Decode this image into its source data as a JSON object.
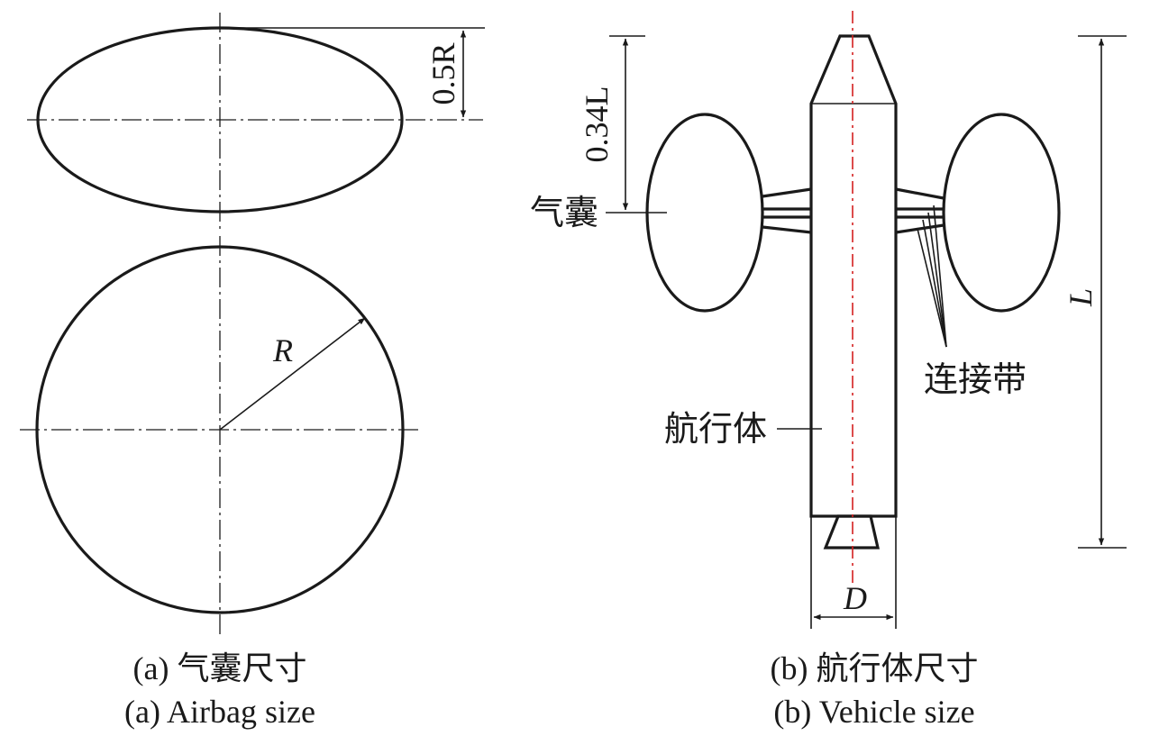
{
  "panel_a": {
    "dim_half_height": "0.5R",
    "dim_radius": "R",
    "caption_cn": "(a) 气囊尺寸",
    "caption_en": "(a) Airbag size"
  },
  "panel_b": {
    "dim_airbag_position": "0.34L",
    "dim_length": "L",
    "dim_diameter": "D",
    "label_airbag": "气囊",
    "label_strap": "连接带",
    "label_vehicle": "航行体",
    "caption_cn": "(b) 航行体尺寸",
    "caption_en": "(b) Vehicle size"
  },
  "colors": {
    "line": "#1a1a1a",
    "centerline_red": "#d42020"
  }
}
